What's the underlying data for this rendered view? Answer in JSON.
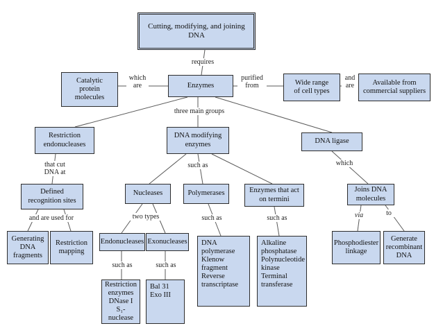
{
  "nodes": {
    "root": "Cutting, modifying, and joining DNA",
    "enzymes": "Enzymes",
    "catalytic": "Catalytic\nprotein\nmolecules",
    "wide_range": "Wide range\nof cell types",
    "suppliers": "Available from\ncommercial suppliers",
    "restriction_endo": "Restriction\nendonucleases",
    "dna_modifying": "DNA modifying\nenzymes",
    "dna_ligase": "DNA ligase",
    "defined_sites": "Defined\nrecognition sites",
    "generating": "Generating\nDNA\nfragments",
    "restriction_mapping": "Restriction\nmapping",
    "nucleases": "Nucleases",
    "polymerases": "Polymerases",
    "enzymes_termini": "Enzymes that act\non termini",
    "endonucleases": "Endonucleases",
    "exonucleases": "Exonucleases",
    "endo_examples": "Restriction\nenzymes\nDNase I\nS₁-nuclease",
    "exo_examples": "Bal 31\nExo III",
    "poly_examples": "DNA polymerase\nKlenow fragment\nReverse\n  transcriptase",
    "termini_examples": "Alkaline\n  phosphatase\nPolynucleotide\n  kinase\nTerminal\n  transferase",
    "joins": "Joins DNA\nmolecules",
    "phosphodiester": "Phosphodiester\nlinkage",
    "recombinant": "Generate\nrecombinant\nDNA"
  },
  "labels": {
    "requires": "requires",
    "which_are": "which\nare",
    "purified_from": "purified\nfrom",
    "and_are": "and\nare",
    "three_main_groups": "three main groups",
    "that_cut": "that cut\nDNA at",
    "such_as_mod": "such as",
    "which_ligase": "which",
    "used_for": "and are used for",
    "two_types": "two types",
    "such_as_poly": "such as",
    "such_as_termini": "such as",
    "via": "via",
    "to": "to",
    "such_as_endo": "such as",
    "such_as_exo": "such as"
  },
  "colors": {
    "box_fill": "#c9d8ef",
    "border": "#2c2c2c",
    "line": "#5a5a5a"
  }
}
